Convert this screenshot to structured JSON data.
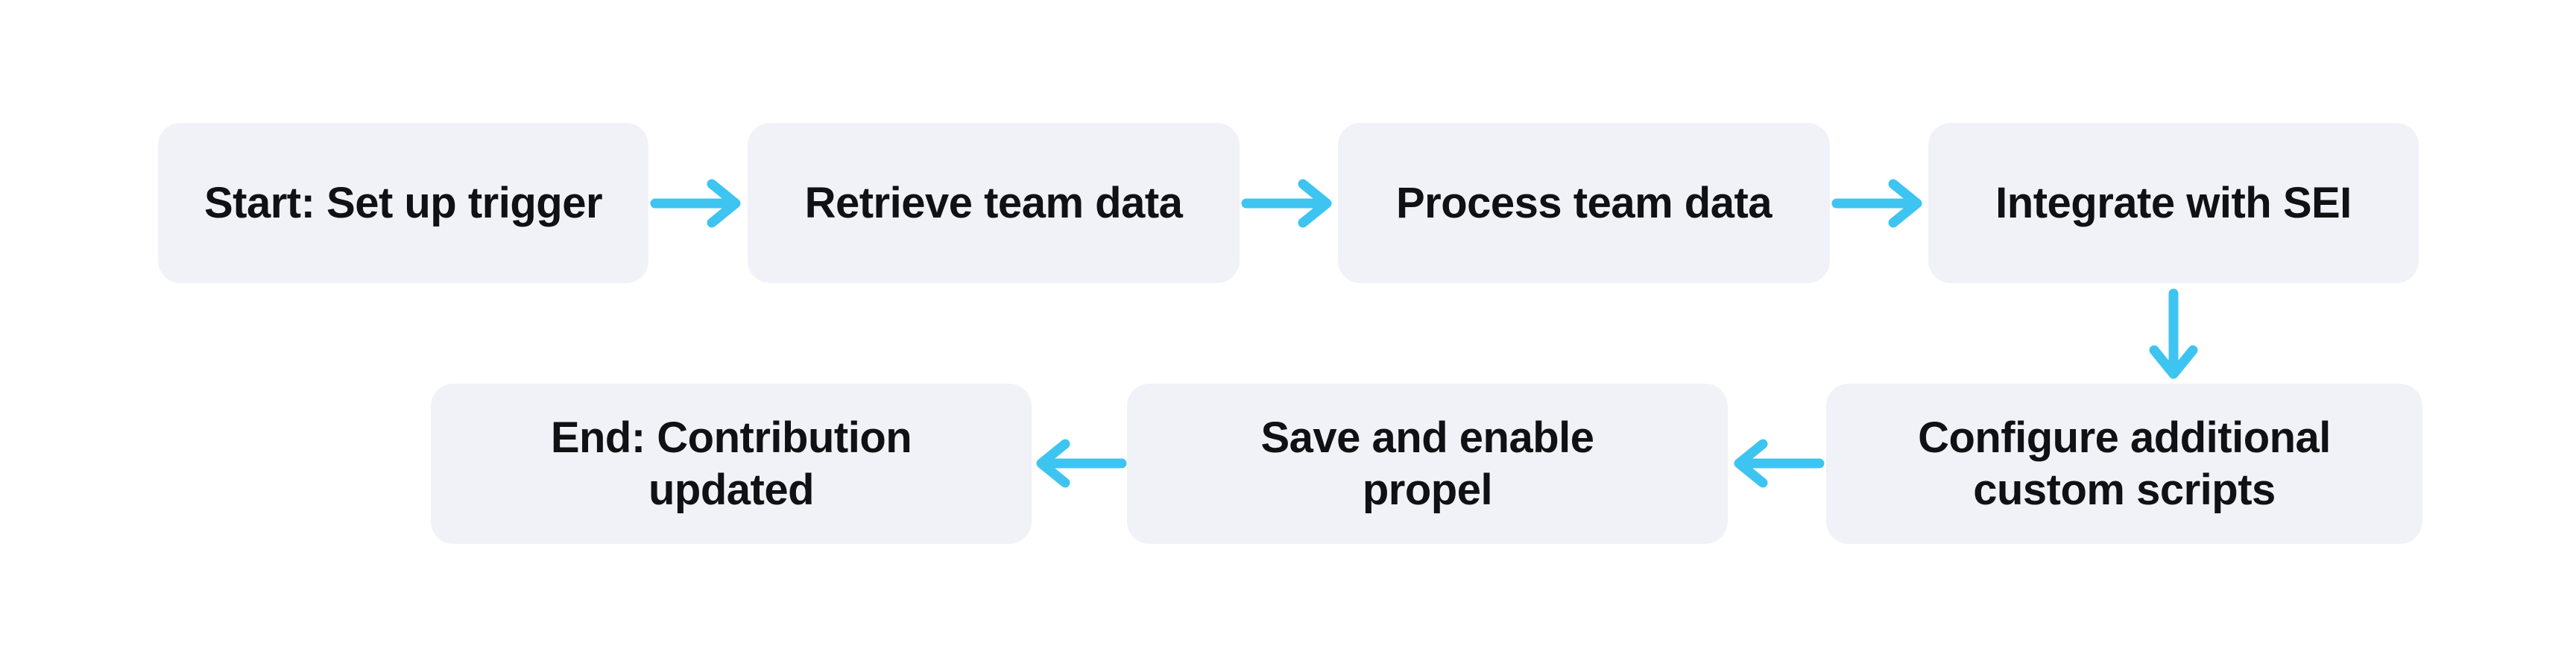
{
  "flowchart": {
    "type": "flowchart",
    "background_color": "#FFFFFF",
    "node_fill_color": "#F1F2F8",
    "node_text_color": "#101114",
    "arrow_color": "#3EC4F0",
    "nodes": [
      {
        "id": "start",
        "label": "Start: Set up trigger"
      },
      {
        "id": "retrieve",
        "label": "Retrieve team data"
      },
      {
        "id": "process",
        "label": "Process team data"
      },
      {
        "id": "integrate",
        "label": "Integrate with SEI"
      },
      {
        "id": "configure",
        "label": "Configure additional custom scripts"
      },
      {
        "id": "save",
        "label": "Save and enable propel"
      },
      {
        "id": "end",
        "label": "End: Contribution updated"
      }
    ],
    "edges": [
      {
        "from": "start",
        "to": "retrieve",
        "direction": "right"
      },
      {
        "from": "retrieve",
        "to": "process",
        "direction": "right"
      },
      {
        "from": "process",
        "to": "integrate",
        "direction": "right"
      },
      {
        "from": "integrate",
        "to": "configure",
        "direction": "down"
      },
      {
        "from": "configure",
        "to": "save",
        "direction": "left"
      },
      {
        "from": "save",
        "to": "end",
        "direction": "left"
      }
    ]
  }
}
